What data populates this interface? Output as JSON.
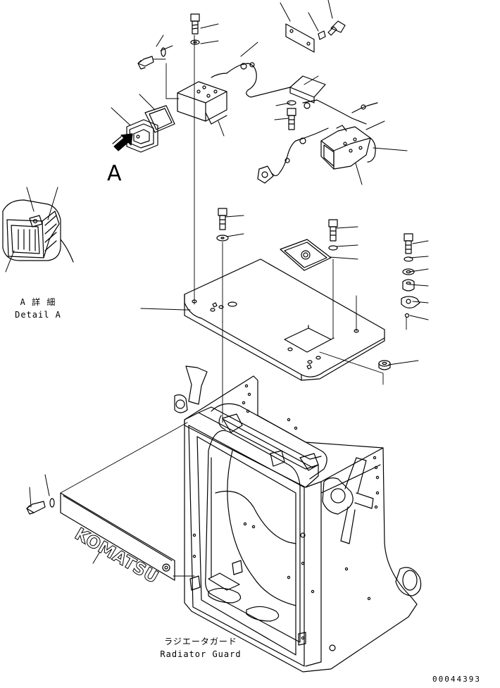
{
  "view_marker": "A",
  "detail_label": {
    "ja": "A 詳 細",
    "en": "Detail A"
  },
  "guard_label": {
    "ja": "ラジエータガード",
    "en": "Radiator Guard"
  },
  "plate_logo": "KOMATSU",
  "drawing_code": "00044393",
  "colors": {
    "ink": "#000000",
    "paper": "#ffffff"
  }
}
